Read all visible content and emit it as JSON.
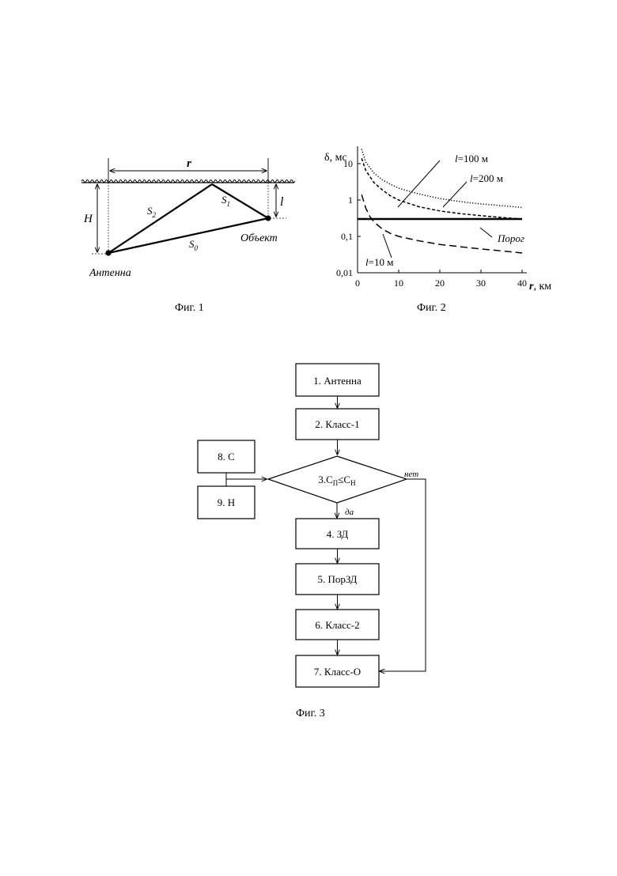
{
  "fig1": {
    "caption": "Фиг. 1",
    "labels": {
      "r": "r",
      "H": "H",
      "l": "l",
      "S1": "S",
      "S1_sub": "1",
      "S2": "S",
      "S2_sub": "2",
      "S0": "S",
      "S0_sub": "0",
      "antenna": "Антенна",
      "object": "Объект"
    }
  },
  "fig2": {
    "caption": "Фиг. 2",
    "ylabel": "δ, мс",
    "xlabel_var": "r",
    "xlabel_unit": ", км",
    "annotations": {
      "l100_var": "l",
      "l100_rest": "=100 м",
      "l200_var": "l",
      "l200_rest": "=200 м",
      "l10_var": "l",
      "l10_rest": "=10 м",
      "threshold": "Порог"
    }
  },
  "chart_data": {
    "type": "line",
    "xlabel": "r, км",
    "ylabel": "δ, мс",
    "xlim": [
      0,
      40
    ],
    "ylim": [
      0.01,
      30
    ],
    "yscale": "log",
    "xticks": [
      "0",
      "10",
      "20",
      "30",
      "40"
    ],
    "yticks": [
      "10",
      "1",
      "0,1",
      "0,01"
    ],
    "grid": false,
    "series": [
      {
        "name": "l=100 м",
        "style": "dotted",
        "x": [
          1,
          2,
          4,
          6,
          8,
          10,
          15,
          20,
          25,
          30,
          35,
          40
        ],
        "y": [
          25,
          11,
          5.5,
          3.6,
          2.7,
          2.1,
          1.45,
          1.1,
          0.9,
          0.78,
          0.7,
          0.62
        ]
      },
      {
        "name": "l=200 м",
        "style": "short-dash",
        "x": [
          1,
          2,
          4,
          6,
          8,
          10,
          15,
          20,
          25,
          30,
          35,
          40
        ],
        "y": [
          14,
          6.5,
          3.0,
          1.9,
          1.3,
          1.0,
          0.65,
          0.5,
          0.42,
          0.37,
          0.33,
          0.3
        ]
      },
      {
        "name": "l=10 м",
        "style": "long-dash",
        "x": [
          1,
          2,
          3,
          4,
          6,
          8,
          10,
          15,
          20,
          25,
          30,
          35,
          40
        ],
        "y": [
          1.4,
          0.6,
          0.35,
          0.25,
          0.16,
          0.12,
          0.1,
          0.075,
          0.06,
          0.052,
          0.045,
          0.04,
          0.035
        ]
      },
      {
        "name": "Порог",
        "style": "solid",
        "x": [
          0,
          40
        ],
        "y": [
          0.3,
          0.3
        ]
      }
    ]
  },
  "fig3": {
    "caption": "Фиг. 3",
    "blocks": {
      "b1": "1. Антенна",
      "b2": "2. Класс-1",
      "b3_main": "3.C",
      "b3_sub1": "П",
      "b3_rel": "≤C",
      "b3_sub2": "Н",
      "b4": "4. ЗД",
      "b5": "5. ПорЗД",
      "b6": "6. Класс-2",
      "b7": "7. Класс-О",
      "b8": "8. С",
      "b9": "9. Н"
    },
    "no_label": "нет",
    "yes_label": "да"
  }
}
